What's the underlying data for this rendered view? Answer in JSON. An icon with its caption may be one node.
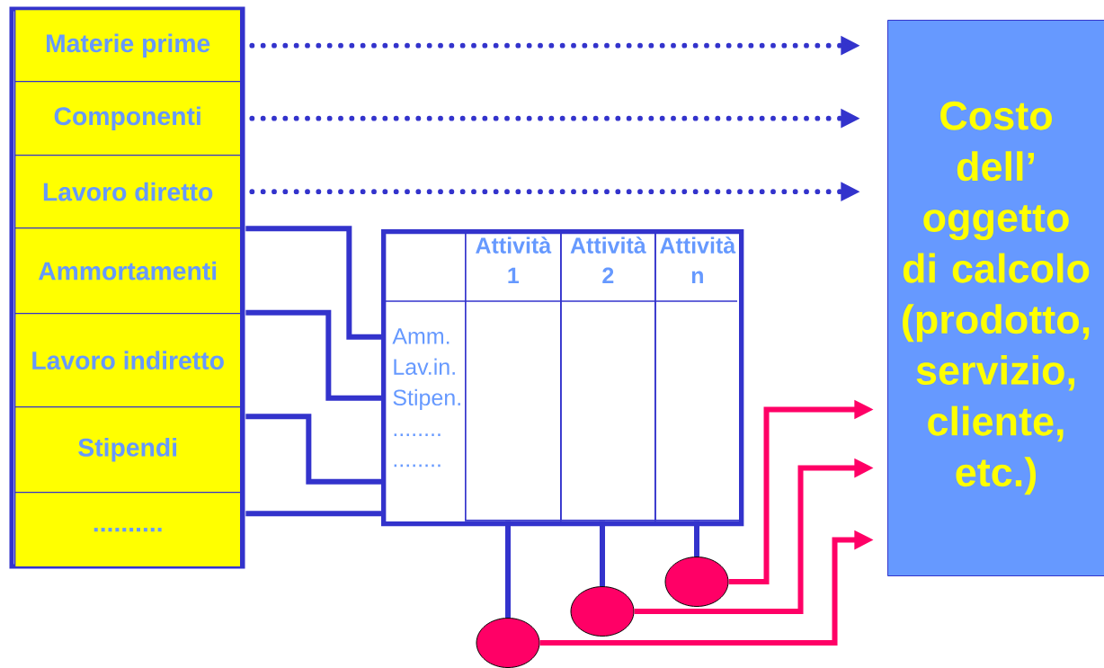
{
  "diagram": {
    "nodes": [
      {
        "text": [
          "Materie prime"
        ]
      },
      {
        "text": [
          "Componenti"
        ]
      },
      {
        "text": [
          "Lavoro diretto"
        ]
      },
      {
        "text": [
          "Ammortamenti"
        ]
      },
      {
        "text": [
          "Lavoro indiretto"
        ]
      },
      {
        "text": [
          "Stipendi"
        ]
      },
      {
        "text": [
          ".........."
        ]
      },
      {
        "text": [
          "Costo dell’ oggetto di calcolo (prodotto, servizio, cliente, etc.)"
        ]
      },
      {
        "text": [],
        "shape": "box"
      },
      {
        "text": [
          "Attività 1"
        ],
        "in": 8
      },
      {
        "text": [
          "Attività 2"
        ],
        "in": 8
      },
      {
        "text": [
          "Attività n"
        ],
        "in": 8
      },
      {
        "text": [
          "Amm.",
          "Lav.in.",
          "Stipen.",
          "........",
          "........"
        ],
        "in": 8
      },
      {
        "text": [],
        "shape": "circle"
      },
      {
        "text": [],
        "shape": "circle"
      },
      {
        "text": [],
        "shape": "circle"
      }
    ],
    "edges": [
      {
        "from": 0,
        "to": 7,
        "arrow": "to",
        "style": "dashed"
      },
      {
        "from": 1,
        "to": 7,
        "arrow": "to",
        "style": "dashed"
      },
      {
        "from": 2,
        "to": 7,
        "arrow": "to",
        "style": "dashed"
      },
      {
        "from": 3,
        "to": 8,
        "arrow": "none"
      },
      {
        "from": 4,
        "to": 8,
        "arrow": "none"
      },
      {
        "from": 5,
        "to": 8,
        "arrow": "none"
      },
      {
        "from": 6,
        "to": 8,
        "arrow": "none"
      },
      {
        "from": 9,
        "to": 13,
        "arrow": "none"
      },
      {
        "from": 10,
        "to": 14,
        "arrow": "none"
      },
      {
        "from": 11,
        "to": 15,
        "arrow": "none"
      },
      {
        "from": 15,
        "to": 7,
        "arrow": "to",
        "color": "#ff0066"
      },
      {
        "from": 14,
        "to": 7,
        "arrow": "to",
        "color": "#ff0066"
      },
      {
        "from": 13,
        "to": 7,
        "arrow": "to",
        "color": "#ff0066"
      }
    ]
  }
}
